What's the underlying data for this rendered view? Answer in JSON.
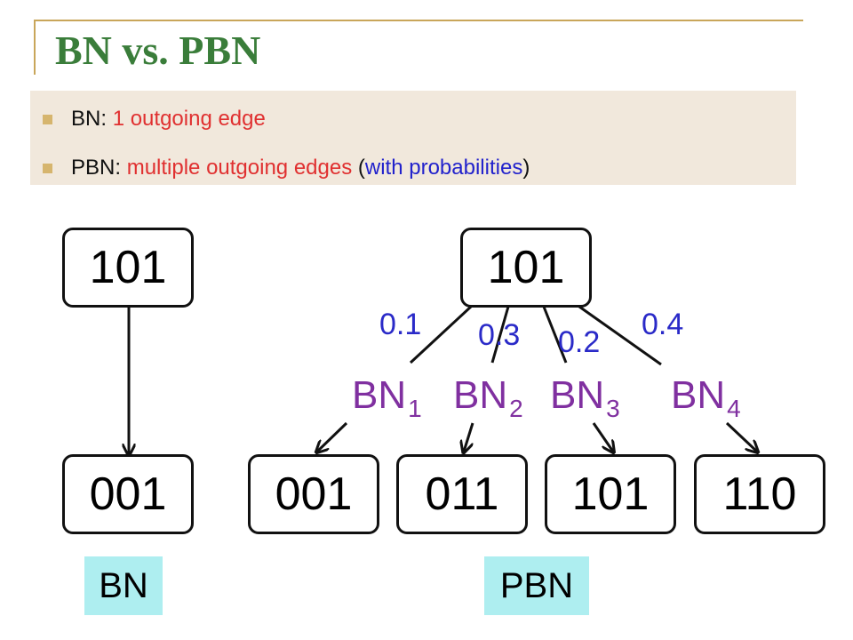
{
  "title": "BN vs. PBN",
  "bullets": [
    {
      "term": "BN",
      "sep": ": ",
      "desc": "1 outgoing edge"
    },
    {
      "term": "PBN",
      "sep": ": ",
      "desc": "multiple outgoing edges",
      "paren_open": " (",
      "paren_text": "with probabilities",
      "paren_close": ")"
    }
  ],
  "bn_diagram": {
    "source": "101",
    "target": "001",
    "label": "BN"
  },
  "pbn_diagram": {
    "source": "101",
    "targets": [
      "001",
      "011",
      "101",
      "110"
    ],
    "probabilities": [
      "0.1",
      "0.3",
      "0.2",
      "0.4"
    ],
    "networks": [
      {
        "base": "BN",
        "sub": "1"
      },
      {
        "base": "BN",
        "sub": "2"
      },
      {
        "base": "BN",
        "sub": "3"
      },
      {
        "base": "BN",
        "sub": "4"
      }
    ],
    "label": "PBN"
  },
  "colors": {
    "title": "#3a7d3a",
    "highlight_red": "#e03030",
    "highlight_blue": "#2222cc",
    "probability": "#2a2ac8",
    "network_label": "#8030a0",
    "tag_background": "#aeeef0",
    "bullet_box": "#f1e8dc"
  }
}
